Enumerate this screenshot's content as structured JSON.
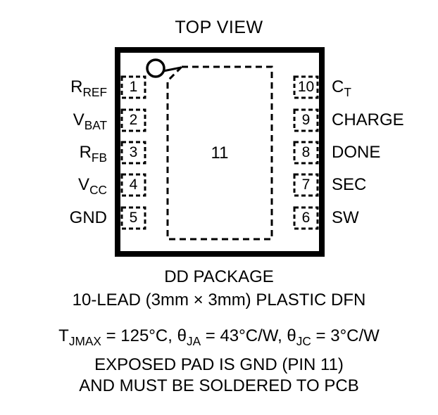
{
  "title": "TOP VIEW",
  "pad": {
    "label": "11"
  },
  "pins_left": [
    {
      "num": "1",
      "base": "R",
      "sub": "REF"
    },
    {
      "num": "2",
      "base": "V",
      "sub": "BAT"
    },
    {
      "num": "3",
      "base": "R",
      "sub": "FB"
    },
    {
      "num": "4",
      "base": "V",
      "sub": "CC"
    },
    {
      "num": "5",
      "base": "GND",
      "sub": ""
    }
  ],
  "pins_right": [
    {
      "num": "10",
      "base": "C",
      "sub": "T"
    },
    {
      "num": "9",
      "base": "CHARGE",
      "sub": ""
    },
    {
      "num": "8",
      "base": "DONE",
      "sub": ""
    },
    {
      "num": "7",
      "base": "SEC",
      "sub": ""
    },
    {
      "num": "6",
      "base": "SW",
      "sub": ""
    }
  ],
  "captions": {
    "package_name": "DD PACKAGE",
    "package_desc": "10-LEAD (3mm × 3mm) PLASTIC DFN",
    "thermal": {
      "seg1_base": "T",
      "seg1_sub": "JMAX",
      "seg1_rest": " = 125°C, ",
      "seg2_base": "θ",
      "seg2_sub": "JA",
      "seg2_rest": " = 43°C/W, ",
      "seg3_base": "θ",
      "seg3_sub": "JC",
      "seg3_rest": " = 3°C/W"
    },
    "note1": "EXPOSED PAD IS GND (PIN 11)",
    "note2": "AND MUST BE SOLDERED TO PCB"
  },
  "colors": {
    "line": "#000000",
    "background": "#ffffff"
  }
}
